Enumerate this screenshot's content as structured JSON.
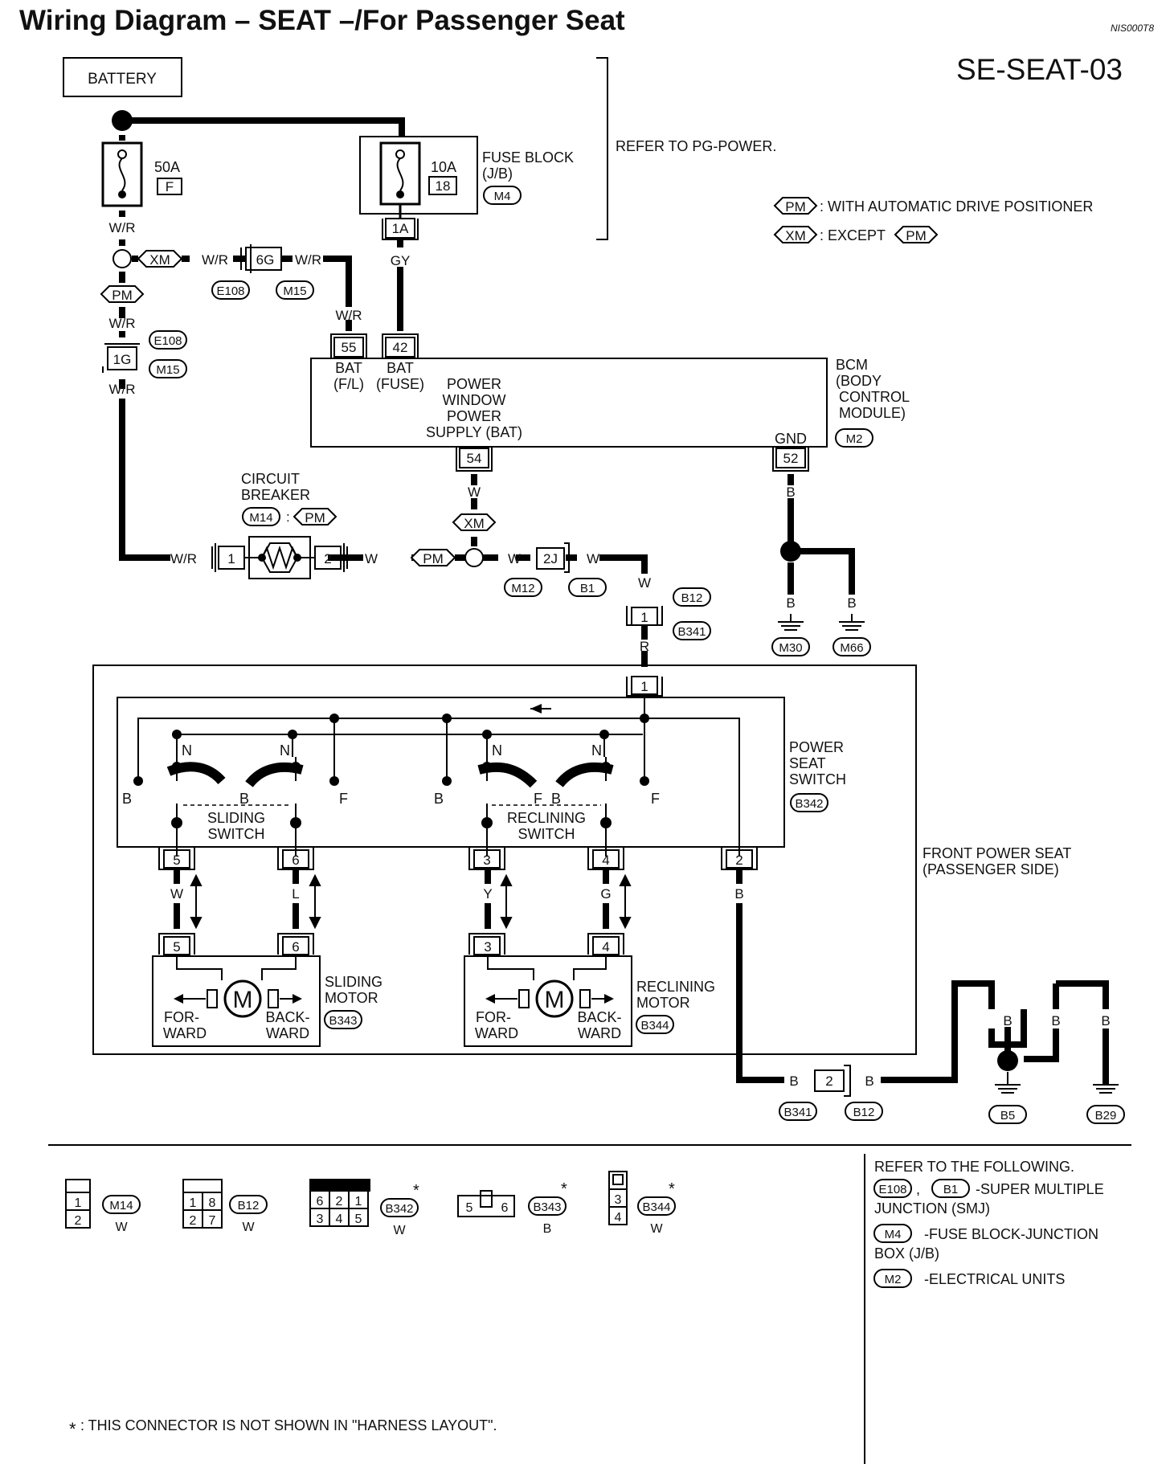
{
  "title": "Wiring Diagram – SEAT –/For Passenger Seat",
  "doc_code": "NIS000T8",
  "diagram_id": "SE-SEAT-03",
  "battery": "BATTERY",
  "fuse_main": {
    "amp": "50A",
    "code": "F"
  },
  "fuse_block": {
    "amp": "10A",
    "num": "18",
    "label1": "FUSE BLOCK",
    "label2": "(J/B)",
    "conn": "M4",
    "term": "1A"
  },
  "refer_pg": "REFER TO PG-POWER.",
  "legend": {
    "pm_tag": "PM",
    "pm_text": ": WITH AUTOMATIC DRIVE POSITIONER",
    "xm_tag": "XM",
    "xm_text": ": EXCEPT"
  },
  "wires": {
    "wr": "W/R",
    "gy": "GY",
    "w": "W",
    "r": "R",
    "b": "B",
    "l": "L",
    "y": "Y",
    "g": "G"
  },
  "conn": {
    "c6g": "6G",
    "e108": "E108",
    "m15": "M15",
    "c1g": "1G",
    "c55": "55",
    "c42": "42",
    "c54": "54",
    "c52": "52",
    "m2": "M2",
    "m14": "M14",
    "c2j": "2J",
    "m12": "M12",
    "b1": "B1",
    "b12": "B12",
    "b341": "B341",
    "b342": "B342",
    "b343": "B343",
    "b344": "B344",
    "m30": "M30",
    "m66": "M66",
    "b5": "B5",
    "b29": "B29",
    "n1": "1",
    "n2": "2",
    "n3": "3",
    "n4": "4",
    "n5": "5",
    "n6": "6"
  },
  "bcm": {
    "bat_fl_1": "BAT",
    "bat_fl_2": "(F/L)",
    "bat_fuse_1": "BAT",
    "bat_fuse_2": "(FUSE)",
    "pw1": "POWER",
    "pw2": "WINDOW",
    "pw3": "POWER",
    "pw4": "SUPPLY (BAT)",
    "gnd": "GND",
    "name1": "BCM",
    "name2": "(BODY",
    "name3": "CONTROL",
    "name4": "MODULE)"
  },
  "circuit_breaker": {
    "l1": "CIRCUIT",
    "l2": "BREAKER",
    "sep": ":"
  },
  "switch": {
    "n": "N",
    "b": "B",
    "f": "F",
    "sliding1": "SLIDING",
    "sliding2": "SWITCH",
    "reclining1": "RECLINING",
    "reclining2": "SWITCH",
    "name1": "POWER",
    "name2": "SEAT",
    "name3": "SWITCH"
  },
  "front_seat": {
    "l1": "FRONT POWER SEAT",
    "l2": "(PASSENGER SIDE)"
  },
  "motor": {
    "m": "M",
    "fwd1": "FOR-",
    "fwd2": "WARD",
    "bwd1": "BACK-",
    "bwd2": "WARD",
    "sliding1": "SLIDING",
    "sliding2": "MOTOR",
    "reclining1": "RECLINING",
    "reclining2": "MOTOR"
  },
  "connectors_views": {
    "m14": {
      "cells": [
        "1",
        "2"
      ],
      "color": "W"
    },
    "b12": {
      "cells": [
        "1",
        "8",
        "2",
        "7"
      ],
      "color": "W"
    },
    "b342": {
      "cells": [
        "6",
        "2",
        "1",
        "3",
        "4",
        "5"
      ],
      "color": "W"
    },
    "b343": {
      "cells": [
        "5",
        "6"
      ],
      "color": "B"
    },
    "b344": {
      "cells": [
        "3",
        "4"
      ],
      "color": "W"
    },
    "star": "*"
  },
  "refer_following": {
    "heading": "REFER TO THE FOLLOWING.",
    "sep": ",",
    "smj1": "-SUPER MULTIPLE",
    "smj2": "JUNCTION (SMJ)",
    "fb1": "-FUSE BLOCK-JUNCTION",
    "fb2": "BOX (J/B)",
    "eu": "-ELECTRICAL UNITS"
  },
  "footnote": {
    "star": "*",
    "text": ": THIS CONNECTOR IS NOT SHOWN IN \"HARNESS LAYOUT\"."
  }
}
